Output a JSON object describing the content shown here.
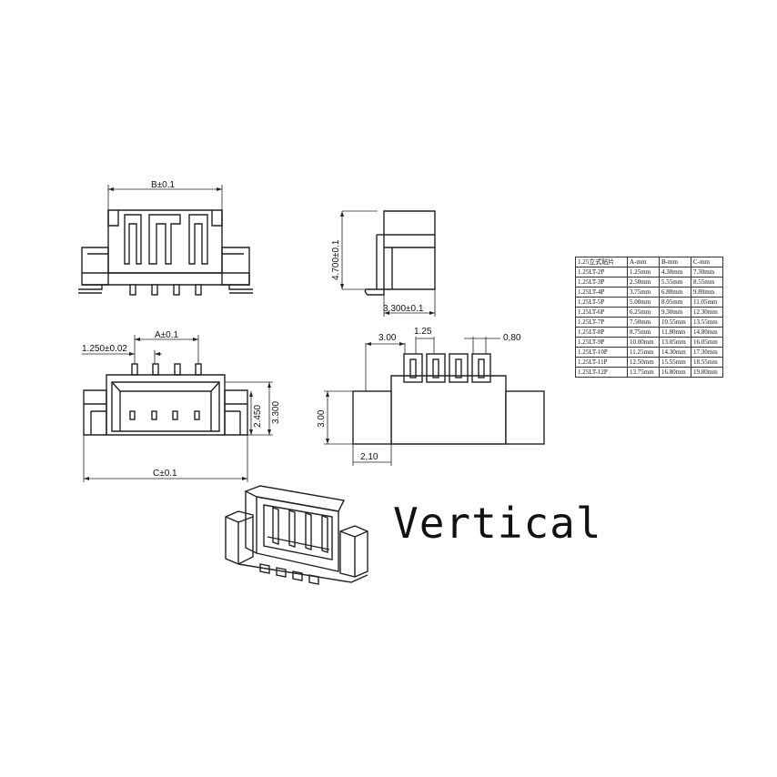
{
  "dimensions": {
    "b": "B±0.1",
    "a": "A±0.1",
    "c": "C±0.1",
    "pitch": "1.250±0.02",
    "h2450": "2.450",
    "h3300": "3.300",
    "height": "4.700±0.1",
    "depth": "3.300±0.1",
    "d300": "3.00",
    "d125": "1.25",
    "d080": "0,80",
    "d300v": "3.00",
    "d210": "2,10"
  },
  "table": {
    "header": [
      "1.25立式贴片",
      "A-mm",
      "B-mm",
      "C-mm"
    ],
    "rows": [
      [
        "1.25LT-2P",
        "1.25mm",
        "4.30mm",
        "7.30mm"
      ],
      [
        "1.25LT-3P",
        "2.50mm",
        "5.55mm",
        "8.55mm"
      ],
      [
        "1.25LT-4P",
        "3.75mm",
        "6.80mm",
        "9.80mm"
      ],
      [
        "1.25LT-5P",
        "5.00mm",
        "8.05mm",
        "11.05mm"
      ],
      [
        "1.25LT-6P",
        "6.25mm",
        "9.30mm",
        "12.30mm"
      ],
      [
        "1.25LT-7P",
        "7.50mm",
        "10.55mm",
        "13.55mm"
      ],
      [
        "1.25LT-8P",
        "8.75mm",
        "11.80mm",
        "14.80mm"
      ],
      [
        "1.25LT-9P",
        "10.00mm",
        "13.05mm",
        "16.05mm"
      ],
      [
        "1.25LT-10P",
        "11.25mm",
        "14.30mm",
        "17.30mm"
      ],
      [
        "1.25LT-11P",
        "12.50mm",
        "15.55mm",
        "18.55mm"
      ],
      [
        "1.25LT-12P",
        "13.75mm",
        "16.80mm",
        "19.80mm"
      ]
    ]
  },
  "caption": "Vertical"
}
